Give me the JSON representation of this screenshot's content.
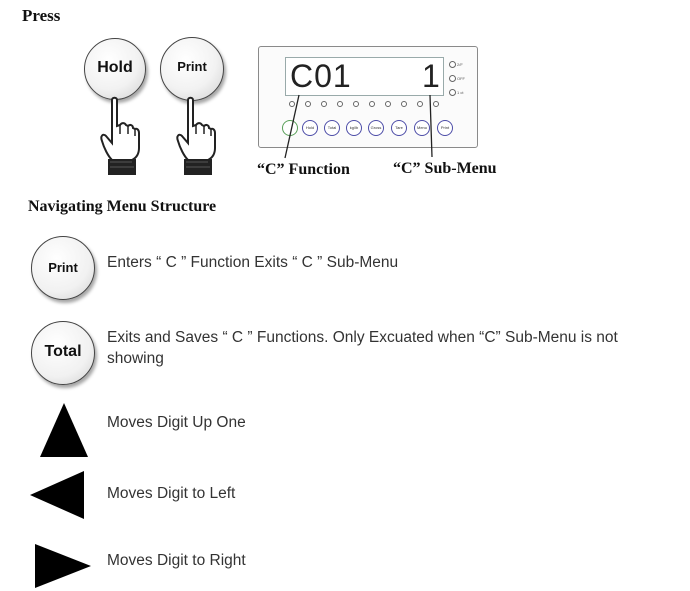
{
  "press_title": "Press",
  "buttons": {
    "hold": "Hold",
    "print": "Print"
  },
  "display": {
    "function_code": "C01",
    "submenu_value": "1",
    "indicators": [
      "2/F",
      "OFF",
      "1 ct"
    ],
    "key_labels": [
      "Hold",
      "Total",
      "kg/lb",
      "Gross",
      "Tare",
      "Menu",
      "Print"
    ]
  },
  "labels": {
    "function": "“C” Function",
    "submenu": "“C” Sub-Menu"
  },
  "nav": {
    "title": "Navigating Menu Structure",
    "items": [
      {
        "icon": "print-button-icon",
        "button_label": "Print",
        "text": "Enters “ C ” Function  Exits “ C ” Sub-Menu"
      },
      {
        "icon": "total-button-icon",
        "button_label": "Total",
        "text": "Exits and Saves “ C ” Functions. Only Excuated when “C” Sub-Menu is not showing"
      },
      {
        "icon": "up-arrow-icon",
        "text": "Moves Digit Up One"
      },
      {
        "icon": "left-arrow-icon",
        "text": "Moves Digit to Left"
      },
      {
        "icon": "right-arrow-icon",
        "text": "Moves Digit to Right"
      }
    ]
  }
}
